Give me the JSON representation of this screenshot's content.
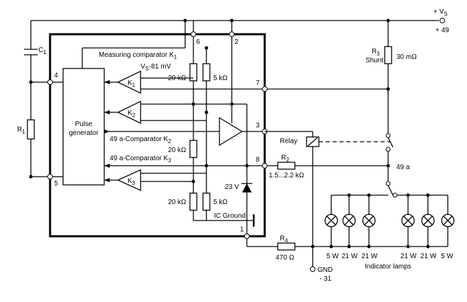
{
  "supply": {
    "label": "+ V",
    "subscript": "S",
    "terminal": "+ 49"
  },
  "capacitor": {
    "label": "C",
    "subscript": "1"
  },
  "resistor_r1": {
    "label": "R",
    "subscript": "1"
  },
  "resistor_r2": {
    "label": "R",
    "subscript": "2",
    "value": "1.5...2.2 kΩ"
  },
  "resistor_r3": {
    "label": "R",
    "subscript": "3",
    "role": "Shunt",
    "value": "30 mΩ"
  },
  "resistor_r4": {
    "label": "R",
    "subscript": "4",
    "value": "470 Ω"
  },
  "ic": {
    "pins": [
      "1",
      "2",
      "3",
      "4",
      "5",
      "6",
      "7",
      "8"
    ],
    "measuring_comparator": "Measuring comparator K",
    "measuring_comparator_sub": "1",
    "reference": "V",
    "reference_sub": "S",
    "reference_tail": "-81 mV",
    "pulse_generator": [
      "Pulse",
      "generator"
    ],
    "comparator_k2_label": "49 a-Comparator K",
    "comparator_k2_sub": "2",
    "comparator_k3_label": "49 a-Comparator K",
    "comparator_k3_sub": "3",
    "k1": "K",
    "k1_sub": "1",
    "k2": "K",
    "k2_sub": "2",
    "k3": "K",
    "k3_sub": "3",
    "r_20k": "20 kΩ",
    "r_5k": "5 kΩ",
    "zener": "23 V",
    "ground": "IC Ground"
  },
  "relay": "Relay",
  "terminal_49a": "49 a",
  "ground_terminal": {
    "label": "GND",
    "terminal": "- 31"
  },
  "lamps": {
    "caption": "Indicator lamps",
    "ratings": [
      "5 W",
      "21 W",
      "21 W",
      "21 W",
      "21 W",
      "5 W"
    ]
  }
}
